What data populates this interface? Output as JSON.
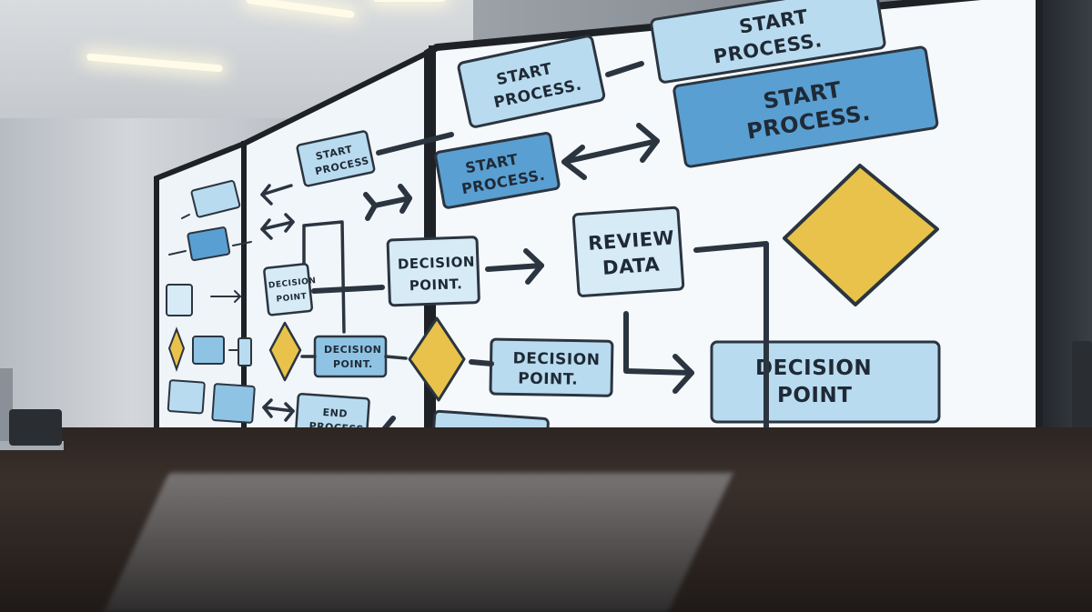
{
  "flowchart": {
    "start_label_a": "START",
    "start_label_b": "PROCESS.",
    "start_plain_b": "PROCESS",
    "review_label_a": "REVIEW",
    "review_label_b": "DATA",
    "decision_label_a": "DECISION",
    "decision_label_b": "POINT",
    "decision_label_b_dot": "POINT.",
    "end_label_a": "END",
    "end_label_b": "PROCESS"
  },
  "colors": {
    "box_light": "#b9dbef",
    "box_mid": "#8ec3e4",
    "box_dark": "#5a9fd2",
    "diamond": "#e8c24a",
    "stroke": "#2b3540",
    "screen": "#f4f8fb"
  }
}
